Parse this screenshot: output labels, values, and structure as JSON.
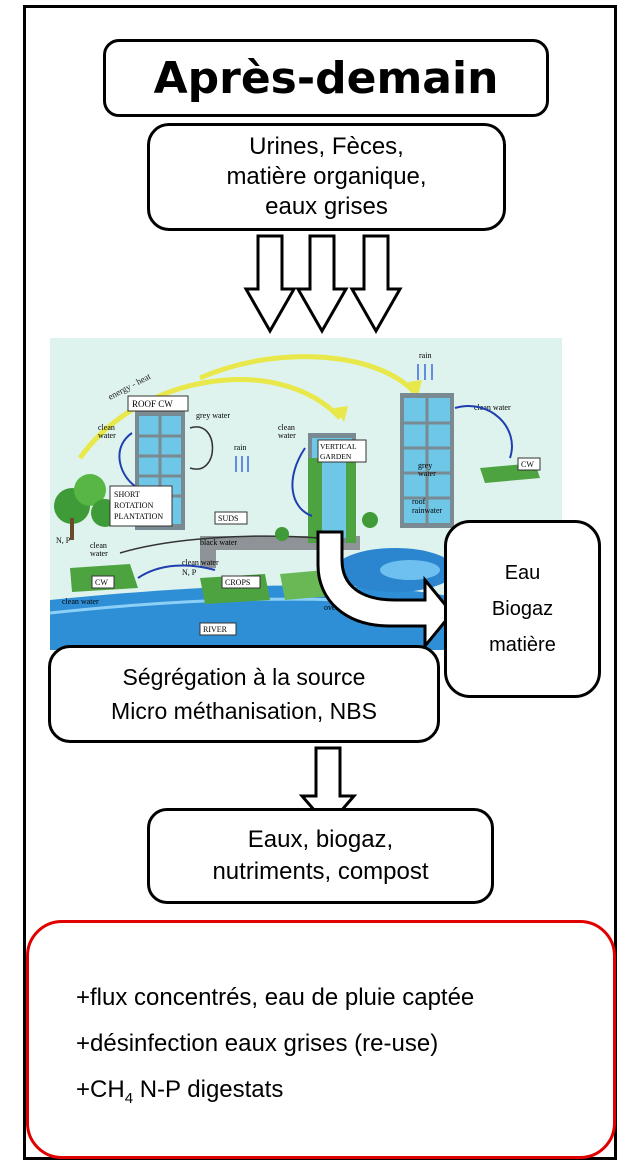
{
  "title": "Après-demain",
  "inputs": [
    "Urines, Fèces,",
    "matière organique,",
    "eaux grises"
  ],
  "illustration": {
    "labels": {
      "energy_heat": "energy - heat",
      "roof_cw": "ROOF CW",
      "grey_water_1": "grey water",
      "clean_water_1": "clean",
      "clean_water_1b": "water",
      "rain_1": "rain",
      "clean_water_2": "clean",
      "clean_water_2b": "water",
      "vertical_garden": "VERTICAL",
      "vertical_garden_b": "GARDEN",
      "rain_2": "rain",
      "clean_water_3": "clean water",
      "grey_3": "grey",
      "water_3": "water",
      "cw_1": "CW",
      "short_1": "SHORT",
      "short_2": "ROTATION",
      "short_3": "PLANTATION",
      "suds": "SUDS",
      "np_1": "N, P",
      "clean_4": "clean",
      "clean_4b": "water",
      "black_water": "black water",
      "roof_rain": "roof",
      "roof_rain_b": "rainwater",
      "cw_2": "CW",
      "clean_water_5": "clean water",
      "np_2": "N, P",
      "crops": "CROPS",
      "clean_water_6": "clean water",
      "overflow": "overflow",
      "river": "RIVER"
    }
  },
  "outputs_side": [
    "Eau",
    "Biogaz",
    "matière"
  ],
  "process": [
    "Ségrégation à la source",
    "Micro méthanisation, NBS"
  ],
  "products": [
    "Eaux, biogaz,",
    "nutriments, compost"
  ],
  "benefits": {
    "line1": "+flux concentrés, eau de pluie captée",
    "line2": "+désinfection eaux grises (re-use)",
    "line3_prefix": "+CH",
    "line3_sub": "4",
    "line3_suffix": " N-P digestats"
  }
}
